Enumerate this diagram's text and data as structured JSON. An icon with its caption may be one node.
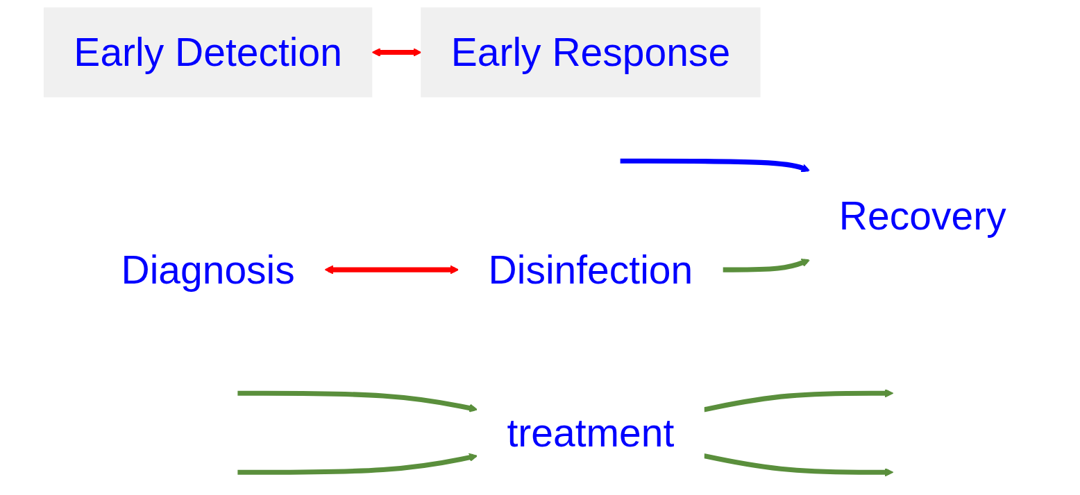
{
  "diagram": {
    "nodes": [
      {
        "text": [
          "Early Detection"
        ]
      },
      {
        "text": [
          "Early Response"
        ]
      },
      {
        "text": [
          "Diagnosis"
        ]
      },
      {
        "text": [
          "Disinfection"
        ]
      },
      {
        "text": [
          "treatment"
        ]
      },
      {
        "text": [
          "Recovery"
        ]
      }
    ],
    "edges": [
      {
        "from": 0,
        "to": 1,
        "arrow": "both",
        "color": "#ff0000"
      },
      {
        "from": 2,
        "to": 3,
        "arrow": "both",
        "color": "#ff0000"
      },
      {
        "from": null,
        "to": 4,
        "arrow": "to"
      },
      {
        "from": null,
        "to": 4,
        "arrow": "to"
      },
      {
        "from": 4,
        "to": null,
        "arrow": "to"
      },
      {
        "from": 4,
        "to": null,
        "arrow": "to"
      },
      {
        "from": null,
        "to": 5,
        "arrow": "to",
        "color": "#0000ff"
      },
      {
        "from": 3,
        "to": 5,
        "arrow": "to"
      }
    ]
  }
}
